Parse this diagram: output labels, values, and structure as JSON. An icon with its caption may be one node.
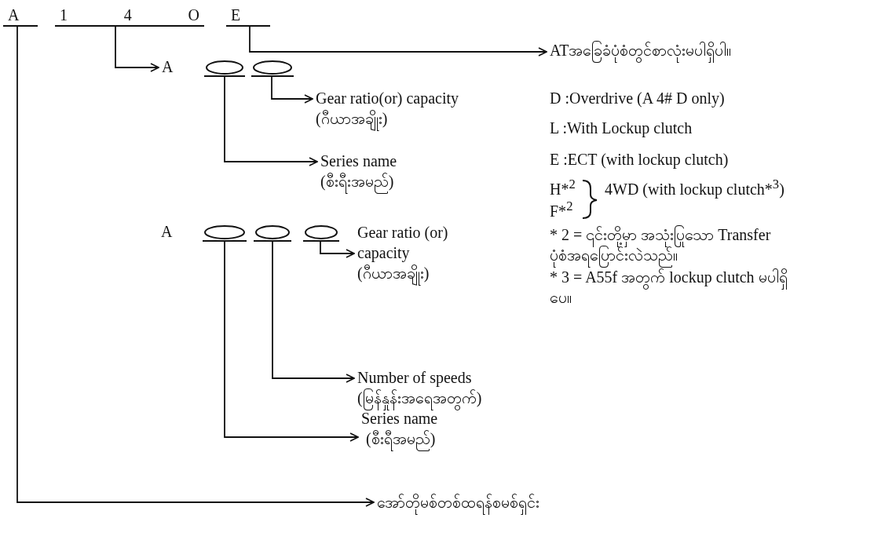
{
  "diagram": {
    "nodes": [
      {
        "text": [
          "A"
        ]
      },
      {
        "text": [
          "1",
          "4",
          "O"
        ]
      },
      {
        "text": [
          "E"
        ]
      },
      {
        "text": [
          "A"
        ]
      },
      {
        "text": [],
        "shape": "circle"
      },
      {
        "text": [],
        "shape": "circle"
      },
      {
        "text": [
          "Gear ratio(or) capacity",
          "(ဂီယာအချိုး)"
        ]
      },
      {
        "text": [
          "Series name",
          "(စီးရီးအမည်)"
        ]
      },
      {
        "text": [
          "ATအခြေခံပုံစံတွင်စာလုံးမပါရှိပါ။"
        ]
      },
      {
        "text": [
          "A"
        ]
      },
      {
        "text": [],
        "shape": "circle"
      },
      {
        "text": [],
        "shape": "circle"
      },
      {
        "text": [],
        "shape": "circle"
      },
      {
        "text": [
          "Gear ratio (or) capacity",
          "(ဂီယာအချိုး)"
        ]
      },
      {
        "text": [
          "Number of speeds",
          "(မြန်နှုန်းအရေအတွက်)"
        ]
      },
      {
        "text": [
          "Series name",
          "(စီးရီအမည်)"
        ]
      },
      {
        "text": [
          "အော်တိုမစ်တစ်ထရန်စမစ်ရှင်း"
        ]
      }
    ],
    "edges": [
      {
        "from": 0,
        "to": 16,
        "arrow": "to"
      },
      {
        "from": 1,
        "to": 3,
        "arrow": "to"
      },
      {
        "from": 2,
        "to": 8,
        "arrow": "to"
      },
      {
        "from": 5,
        "to": 6,
        "arrow": "to"
      },
      {
        "from": 4,
        "to": 7,
        "arrow": "to"
      },
      {
        "from": 12,
        "to": 13,
        "arrow": "to"
      },
      {
        "from": 11,
        "to": 14,
        "arrow": "to"
      },
      {
        "from": 10,
        "to": 15,
        "arrow": "to"
      }
    ],
    "labels": [
      "D :Overdrive (A 4# D only)",
      "L :With Lockup clutch",
      "E :ECT (with lockup clutch)",
      "H*$^{2}$",
      "4WD (with lockup clutch*$^{3}$)",
      "F*$^{2}$",
      "* 2 = ၎င်းတို့မှာ အသုံးပြုသော Transfer ပုံစံအရပြောင်းလဲသည်။",
      "* 3 = A55f အတွက် lockup clutch မပါရှိပေ။"
    ]
  }
}
